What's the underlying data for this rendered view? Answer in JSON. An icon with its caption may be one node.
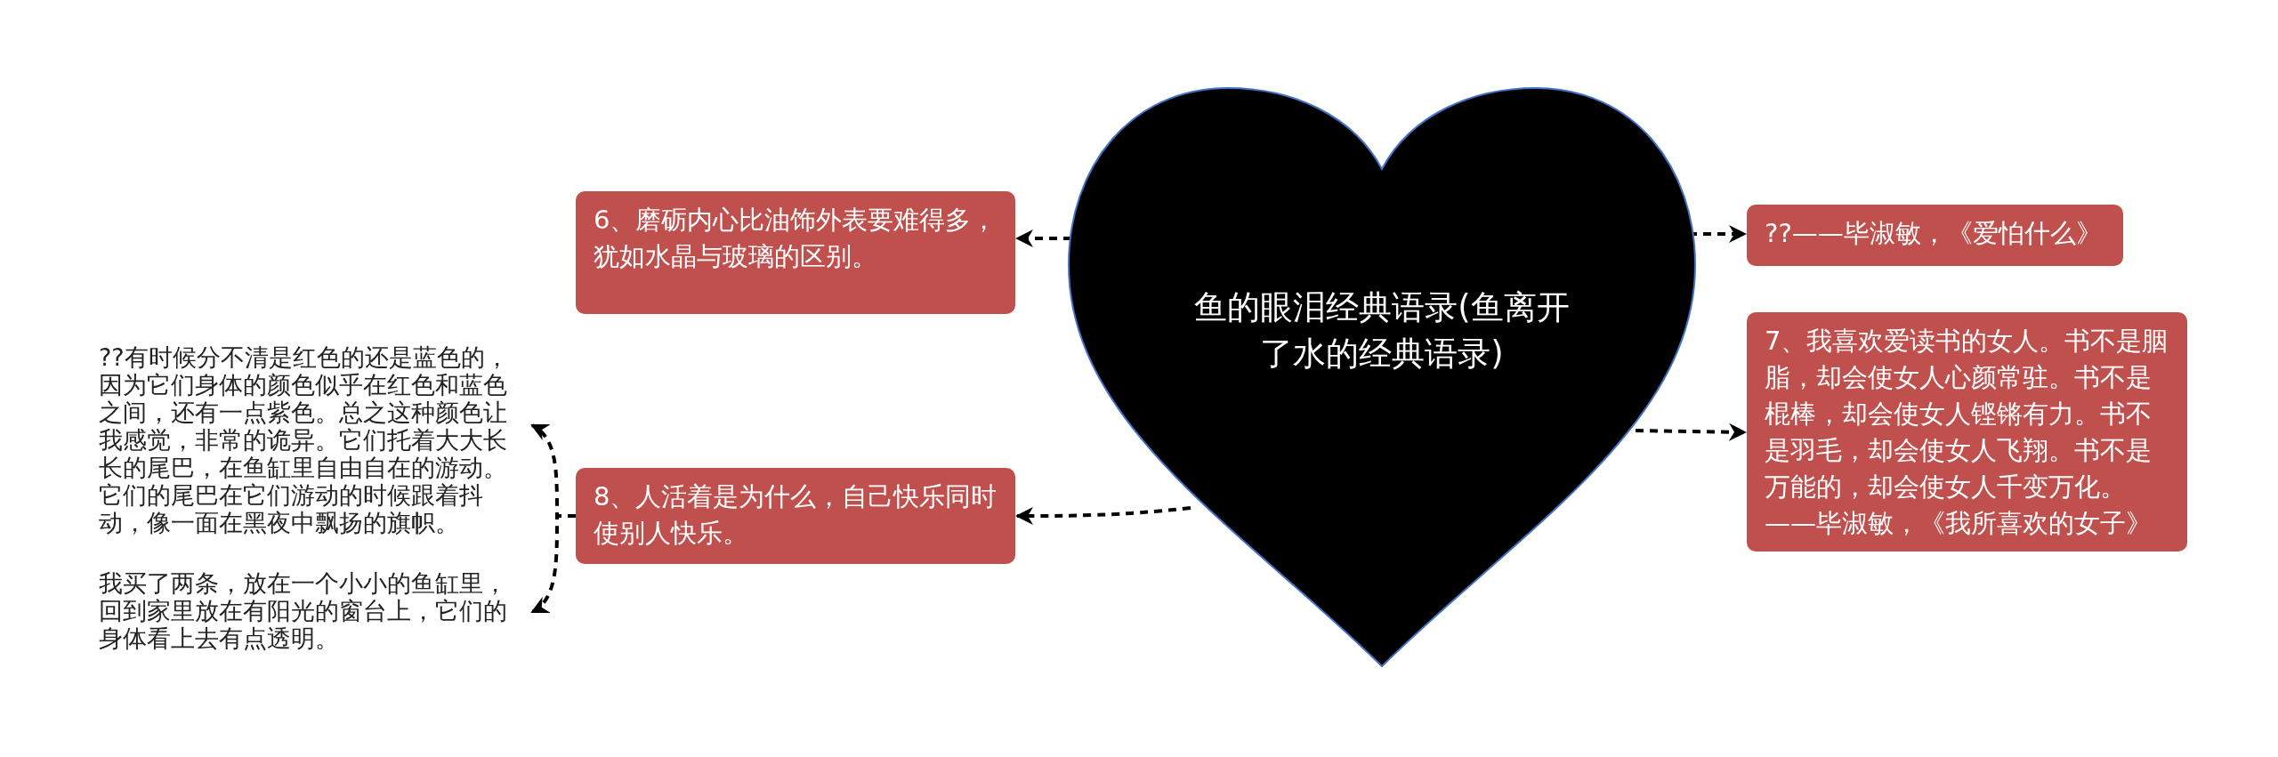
{
  "diagram": {
    "nodes": [
      {
        "text": [
          "鱼的眼泪经典语录(鱼离开了水的经典语录)"
        ]
      },
      {
        "text": [
          "6、磨砺内心比油饰外表要难得多，犹如水晶与玻璃的区别。"
        ]
      },
      {
        "text": [
          "??——毕淑敏，《爱怕什么》"
        ]
      },
      {
        "text": [
          "7、我喜欢爱读书的女人。书不是胭脂，却会使女人心颜常驻。书不是棍棒，却会使女人铿锵有力。书不是羽毛，却会使女人飞翔。书不是万能的，却会使女人千变万化。——毕淑敏，《我所喜欢的女子》"
        ]
      },
      {
        "text": [
          "8、人活着是为什么，自己快乐同时使别人快乐。"
        ]
      },
      {
        "text": [
          "??有时候分不清是红色的还是蓝色的，因为它们身体的颜色似乎在红色和蓝色之间，还有一点紫色。总之这种颜色让我感觉，非常的诡异。它们托着大大长长的尾巴，在鱼缸里自由自在的游动。它们的尾巴在它们游动的时候跟着抖动，像一面在黑夜中飘扬的旗帜。"
        ]
      },
      {
        "text": [
          "我买了两条，放在一个小小的鱼缸里，回到家里放在有阳光的窗台上，它们的身体看上去有点透明。"
        ]
      }
    ],
    "edges": [
      {
        "from": 0,
        "to": 1,
        "arrow": "to",
        "style": "dashed"
      },
      {
        "from": 0,
        "to": 2,
        "arrow": "to",
        "style": "dashed"
      },
      {
        "from": 0,
        "to": 3,
        "arrow": "to",
        "style": "dashed"
      },
      {
        "from": 0,
        "to": 4,
        "arrow": "to",
        "style": "dashed"
      },
      {
        "from": 4,
        "to": 5,
        "arrow": "to",
        "style": "dashed"
      },
      {
        "from": 4,
        "to": 6,
        "arrow": "to",
        "style": "dashed"
      }
    ]
  }
}
